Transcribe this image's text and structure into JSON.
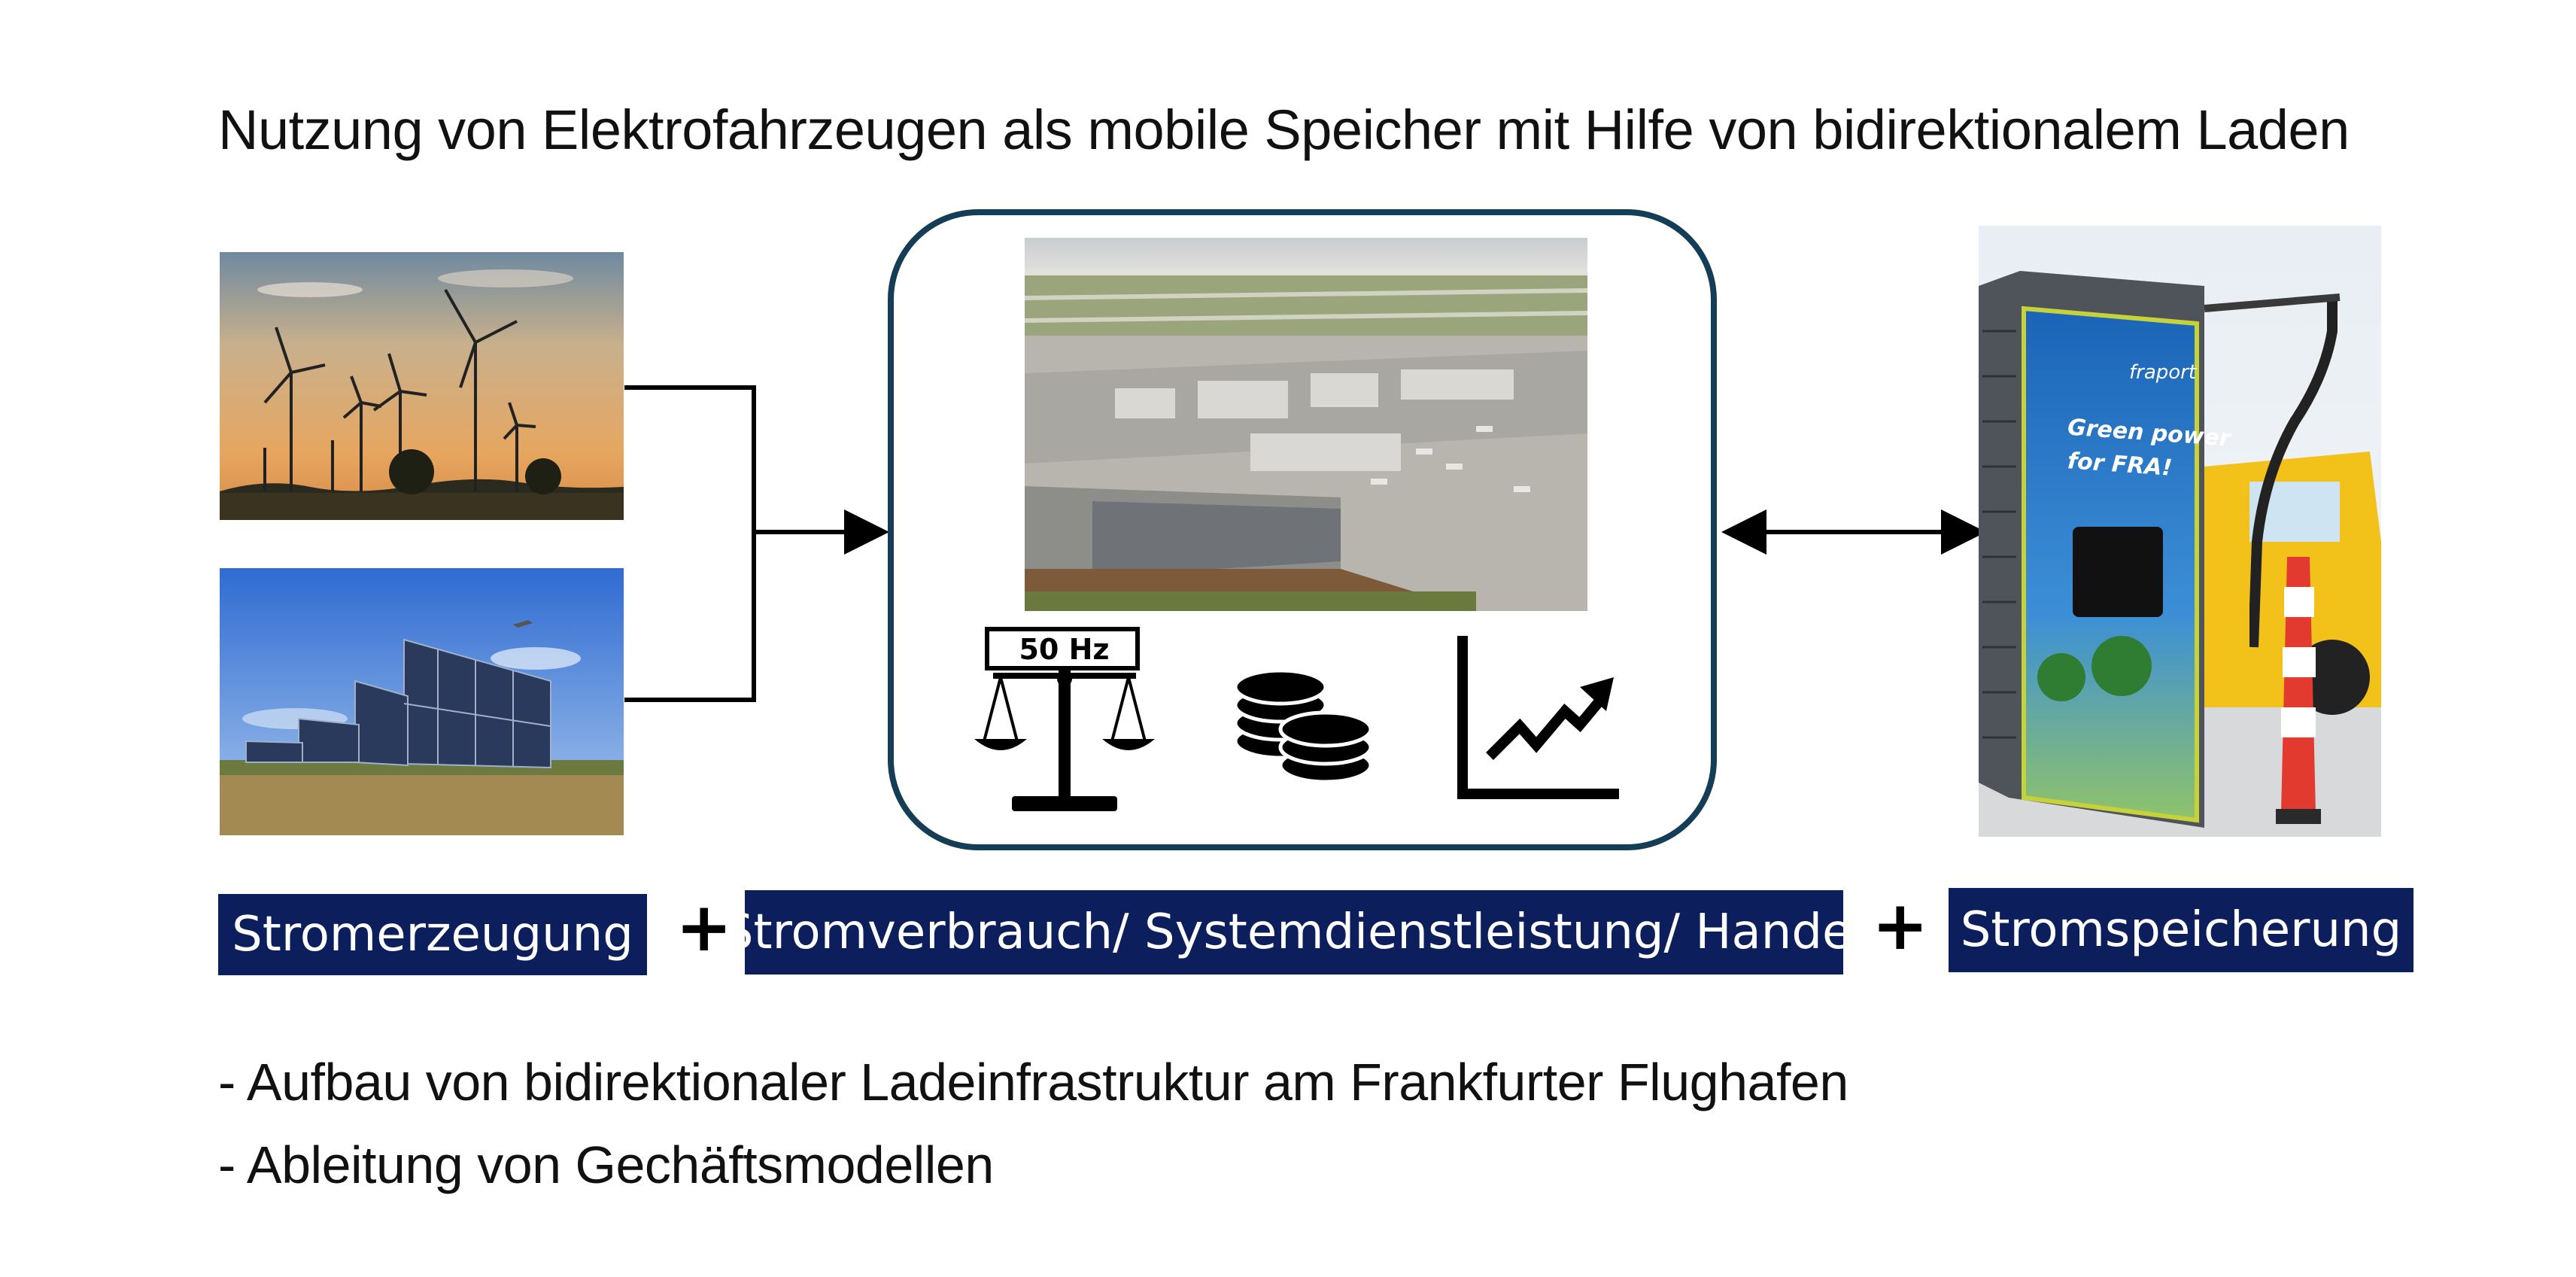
{
  "title": "Nutzung von Elektrofahrzeugen als mobile Speicher mit Hilfe von bidirektionalem Laden",
  "center": {
    "scale_label": "50 Hz",
    "icons": [
      "balance-scale-icon",
      "coins-icon",
      "rising-chart-icon"
    ]
  },
  "charger_photo": {
    "brand": "fraport",
    "slogan_line1": "Green power",
    "slogan_line2": "for FRA!"
  },
  "labels": {
    "left": "Stromerzeugung",
    "middle": "Stromverbrauch/ Systemdienstleistung/ Handel",
    "right": "Stromspeicherung",
    "plus": "+"
  },
  "bullets": [
    "- Aufbau von bidirektionaler Ladeinfrastruktur am Frankfurter Flughafen",
    "- Ableitung von Gechäftsmodellen"
  ],
  "colors": {
    "label_bg": "#0c1f5c",
    "frame": "#153d55"
  }
}
